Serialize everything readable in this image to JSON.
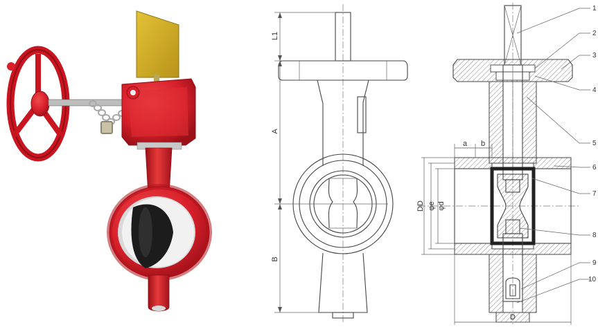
{
  "figure": {
    "dimension_labels": {
      "L1": "L1",
      "A": "A",
      "B": "B",
      "a": "a",
      "b": "b",
      "DD": "DD",
      "e": "φe",
      "d": "φd",
      "D": "D"
    },
    "part_numbers": [
      "1",
      "2",
      "3",
      "4",
      "5",
      "6",
      "7",
      "8",
      "9",
      "10"
    ],
    "colors": {
      "valve_body": "#d8202b",
      "valve_shadow": "#9c1119",
      "handwheel": "#c9151f",
      "flag_indicator": "#d9b21a",
      "disc": "#1c1c1c",
      "chain": "#b8b8b8",
      "line": "#444444",
      "hatch": "#8a8a8a"
    }
  }
}
